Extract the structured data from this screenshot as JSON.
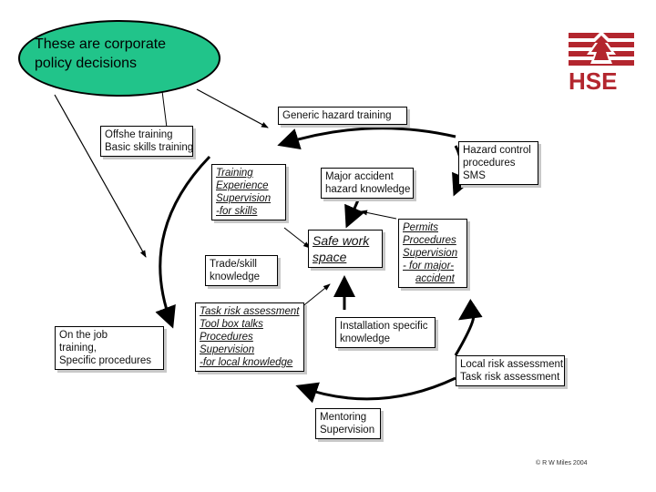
{
  "callout": {
    "lines": "These are corporate\npolicy decisions"
  },
  "logo": {
    "text": "HSE"
  },
  "boxes": {
    "generic": [
      "Generic hazard training"
    ],
    "offshore": [
      "Offshe training",
      "Basic skills training"
    ],
    "hazard_control": [
      "Hazard control",
      "procedures",
      "SMS"
    ],
    "training_exp": [
      "Training",
      "Experience",
      "Supervision",
      "-for skills"
    ],
    "major_accident": [
      "Major accident",
      "hazard knowledge"
    ],
    "safe_work": [
      "Safe work",
      "space"
    ],
    "permits": [
      "Permits",
      "Procedures",
      "Supervision",
      "- for major-",
      "accident"
    ],
    "trade_skill": [
      "Trade/skill",
      "knowledge"
    ],
    "task_risk": [
      "Task risk assessment",
      "Tool box talks",
      "Procedures",
      "Supervision",
      "-for local knowledge"
    ],
    "installation": [
      "Installation specific",
      "knowledge"
    ],
    "on_the_job": [
      "On the job",
      "training,",
      "Specific procedures"
    ],
    "local_risk": [
      "Local risk assessment",
      "Task risk assessment"
    ],
    "mentoring": [
      "Mentoring",
      "Supervision"
    ]
  },
  "footer": {
    "copyright": "© R W Miles 2004"
  },
  "colors": {
    "callout_fill": "#21c48a",
    "logo_red": "#b3262e"
  }
}
